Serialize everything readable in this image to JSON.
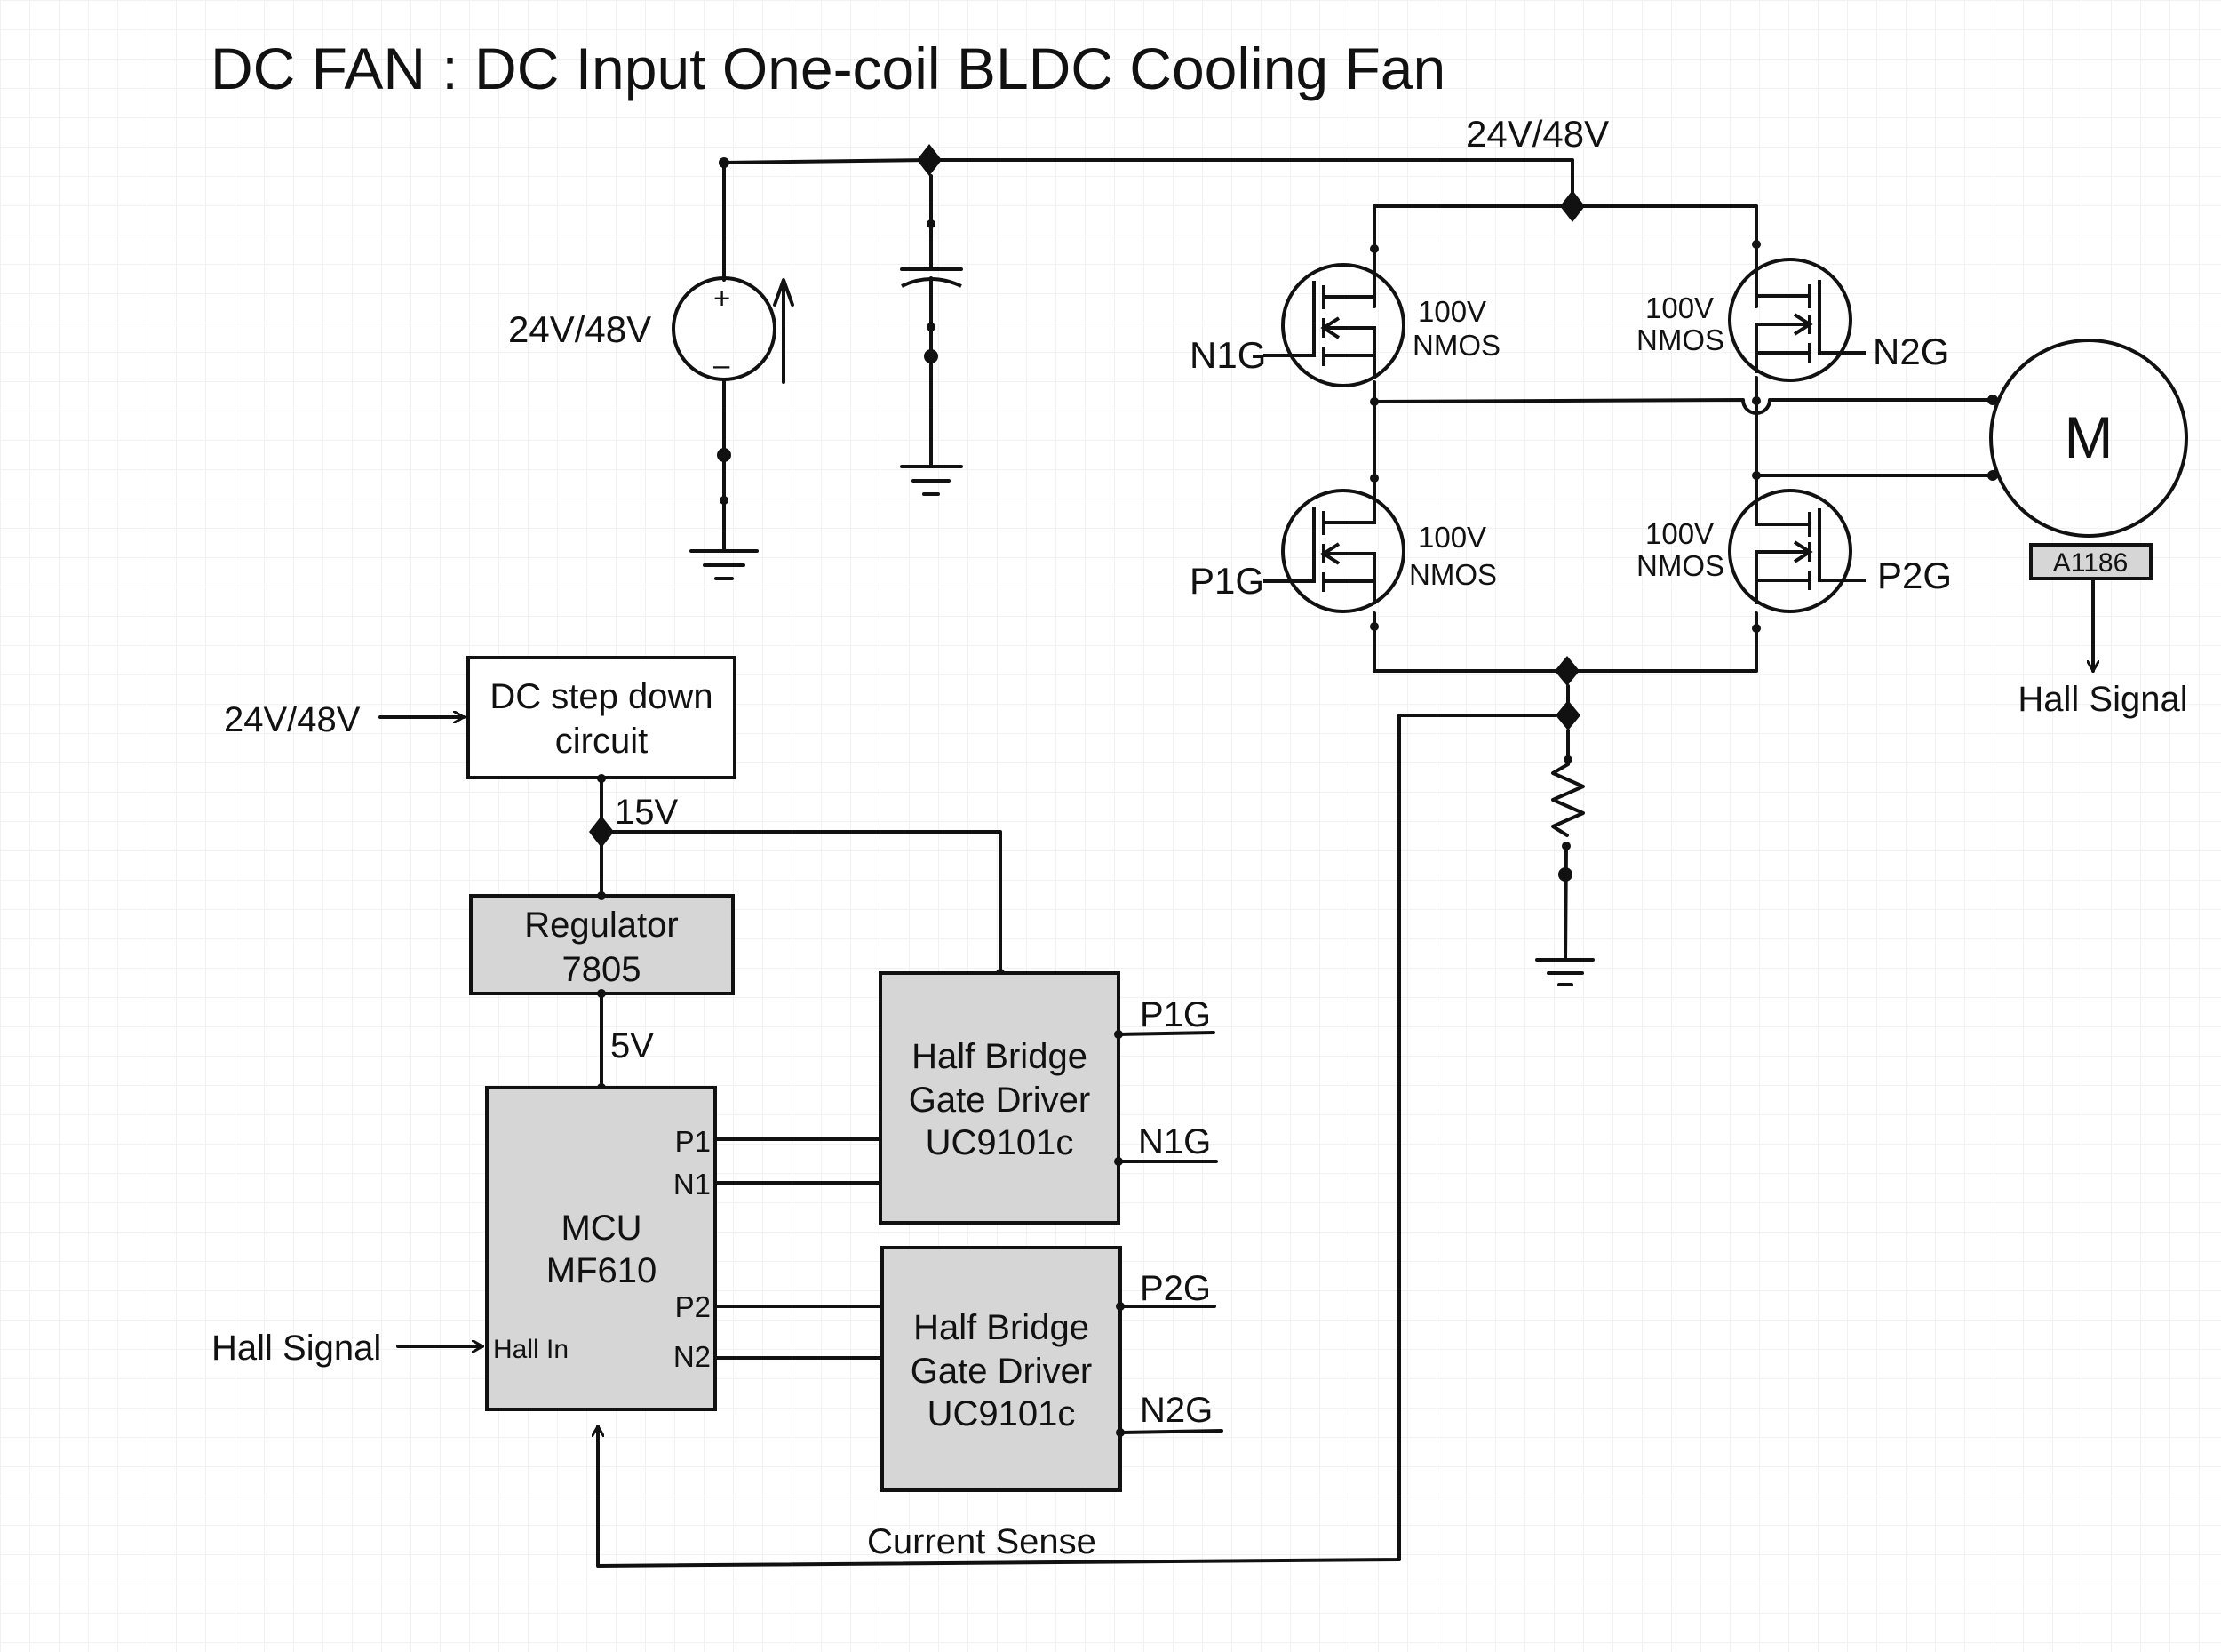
{
  "title": "DC FAN : DC Input One-coil BLDC Cooling Fan",
  "colors": {
    "background": "#ffffff",
    "grid": "#f2f2f2",
    "line": "#111111",
    "block_fill": "#d6d6d6"
  },
  "power": {
    "supply_rail_label": "24V/48V",
    "source_label": "24V/48V",
    "source_plus": "+",
    "source_minus": "–"
  },
  "bridge": {
    "mosfets": [
      {
        "id": "q1",
        "rating": "100V",
        "type": "NMOS",
        "gate": "N1G"
      },
      {
        "id": "q2",
        "rating": "100V",
        "type": "NMOS",
        "gate": "N2G"
      },
      {
        "id": "q3",
        "rating": "100V",
        "type": "NMOS",
        "gate": "P1G"
      },
      {
        "id": "q4",
        "rating": "100V",
        "type": "NMOS",
        "gate": "P2G"
      }
    ]
  },
  "motor": {
    "label": "M",
    "hall_sensor": "A1186",
    "hall_output": "Hall Signal"
  },
  "control": {
    "input_label": "24V/48V",
    "step_down": {
      "line1": "DC step down",
      "line2": "circuit"
    },
    "rail_15v": "15V",
    "regulator": {
      "line1": "Regulator",
      "line2": "7805"
    },
    "rail_5v": "5V",
    "mcu": {
      "line1": "MCU",
      "line2": "MF610",
      "pins": {
        "p1": "P1",
        "n1": "N1",
        "p2": "P2",
        "n2": "N2",
        "hall_in": "Hall In"
      }
    },
    "hall_input_label": "Hall Signal",
    "driver1": {
      "line1": "Half Bridge",
      "line2": "Gate Driver",
      "line3": "UC9101c",
      "out_p": "P1G",
      "out_n": "N1G"
    },
    "driver2": {
      "line1": "Half Bridge",
      "line2": "Gate Driver",
      "line3": "UC9101c",
      "out_p": "P2G",
      "out_n": "N2G"
    },
    "current_sense_label": "Current Sense"
  }
}
